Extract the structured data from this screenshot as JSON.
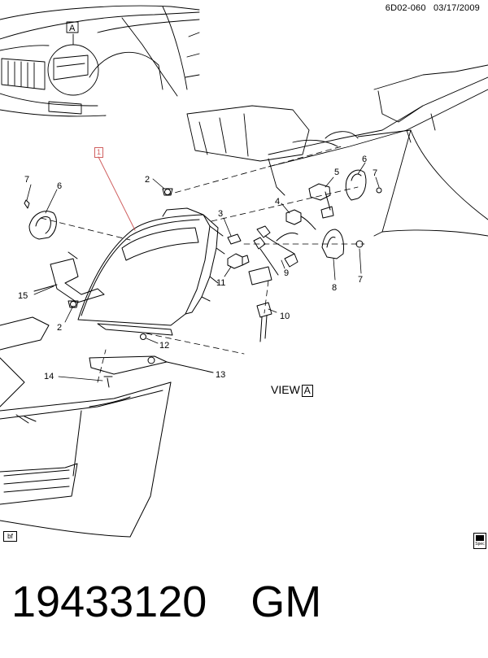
{
  "header": {
    "diagram_code": "6D02-060",
    "date": "03/17/2009"
  },
  "view_label": {
    "prefix": "VIEW",
    "letter": "A"
  },
  "detail_marker": "A",
  "part_highlight": "1",
  "callouts": [
    "7",
    "6",
    "2",
    "4",
    "5",
    "6",
    "7",
    "3",
    "9",
    "11",
    "15",
    "2",
    "12",
    "8",
    "7",
    "10",
    "14",
    "13"
  ],
  "bottom_left_tag": "bf",
  "spec_icon_text": "Spec",
  "footer": {
    "part_number": "19433120",
    "brand": "GM"
  }
}
